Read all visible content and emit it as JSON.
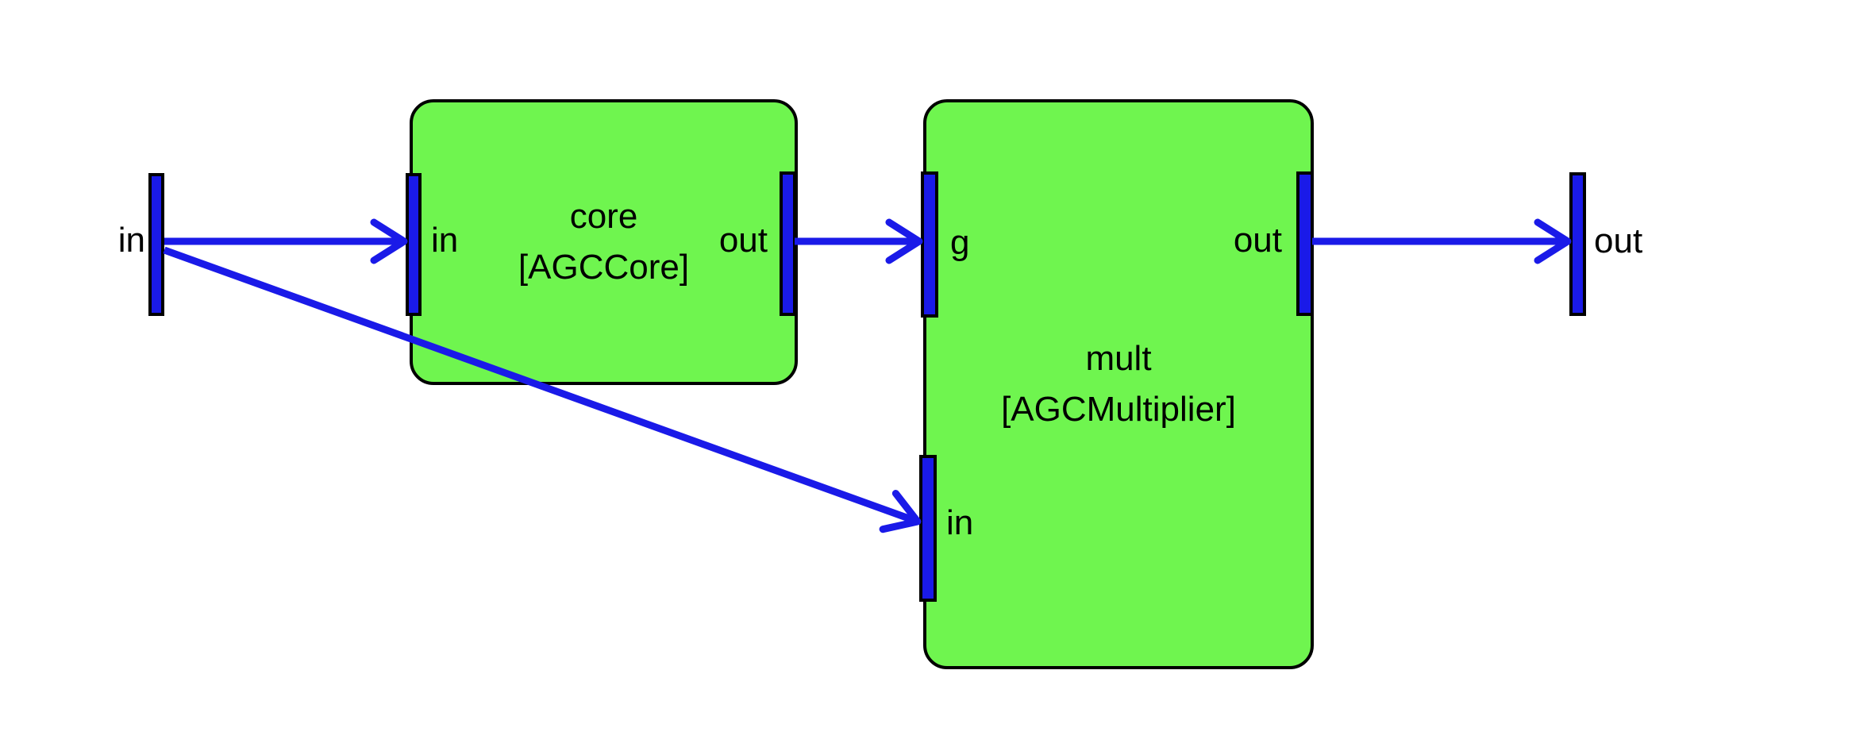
{
  "colors": {
    "background": "#FFFFFF",
    "block_fill": "#6FF54F",
    "wire_blue": "#1A1AE8",
    "outline": "#000000"
  },
  "diagram": {
    "external_ports": [
      {
        "label": "in"
      },
      {
        "label": "out"
      }
    ],
    "blocks": [
      {
        "name": "core",
        "type": "[AGCCore]",
        "ports": [
          {
            "label": "in"
          },
          {
            "label": "out"
          }
        ]
      },
      {
        "name": "mult",
        "type": "[AGCMultiplier]",
        "ports": [
          {
            "label": "g"
          },
          {
            "label": "in"
          },
          {
            "label": "out"
          }
        ]
      }
    ],
    "connections": [
      {
        "from": "in",
        "to": "core.in"
      },
      {
        "from": "in",
        "to": "mult.in"
      },
      {
        "from": "core.out",
        "to": "mult.g"
      },
      {
        "from": "mult.out",
        "to": "out"
      }
    ]
  }
}
